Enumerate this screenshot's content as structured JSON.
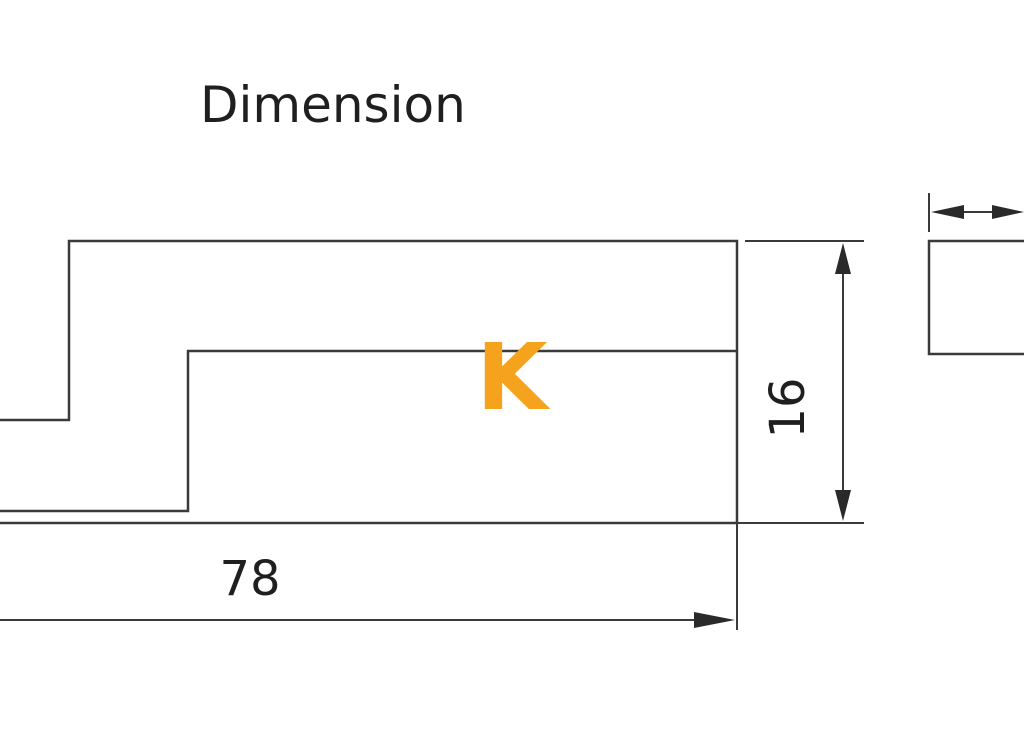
{
  "title": "Dimension",
  "dimensions": {
    "length": "78",
    "height": "16"
  },
  "mark": {
    "label": "K",
    "color": "#f5a31c"
  }
}
